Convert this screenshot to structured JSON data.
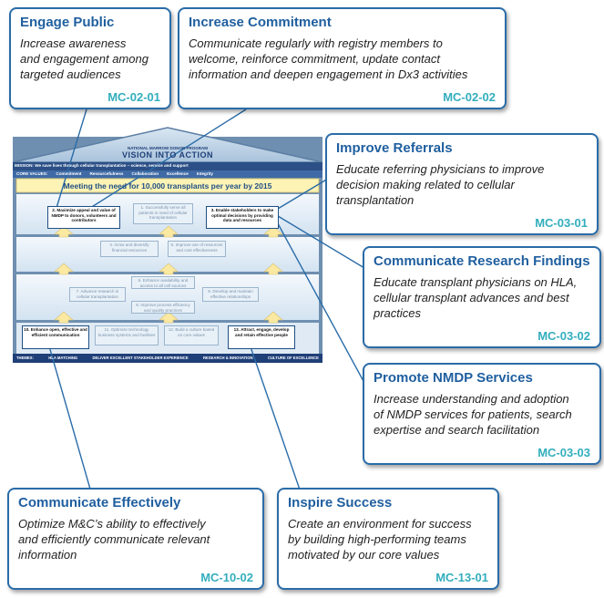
{
  "house": {
    "roof_top": "NATIONAL MARROW DONOR PROGRAM",
    "roof_title": "VISION INTO ACTION",
    "mission": "MISSION: We save lives through cellular transplantation – science, service and support",
    "core_values": [
      "CORE VALUES:",
      "Commitment",
      "Resourcefulness",
      "Collaboration",
      "Excellence",
      "Integrity"
    ],
    "banner": "Meeting the need for 10,000 transplants per year by 2015",
    "boxes": {
      "b2": "2. Maximize appeal and value of NMDP to donors, volunteers and contributors",
      "b1": "1. Successfully serve all patients in need of cellular transplantation",
      "b3": "3. Enable stakeholders to make optimal decisions by providing data and resources",
      "b4": "4. Grow and diversify financial resources",
      "b5": "5. Improve use of resources and cost effectiveness",
      "b6": "6. Enhance availability and access to all cell sources",
      "b7": "7. Advance research in cellular transplantation",
      "b8": "8. Improve process efficiency and quality practices",
      "b9": "9. Develop and maintain effective relationships",
      "b10": "10. Enhance open, effective and efficient communication",
      "b11": "11. Optimize technology business systems and facilities",
      "b12": "12. Build a culture based on core values",
      "b13": "13. Attract, engage, develop and retain effective people"
    },
    "themes": [
      "THEMES:",
      "HLA MATCHING",
      "DELIVER EXCELLENT STAKEHOLDER EXPERIENCE",
      "RESEARCH & INNOVATION",
      "CULTURE OF EXCELLENCE"
    ]
  },
  "callouts": [
    {
      "title": "Engage Public",
      "lines": [
        "Increase awareness",
        "and engagement among",
        "targeted audiences"
      ],
      "code": "MC-02-01"
    },
    {
      "title": "Increase Commitment",
      "lines": [
        "Communicate regularly with registry members to",
        "welcome, reinforce commitment, update contact",
        "information and deepen engagement in Dx3 activities"
      ],
      "code": "MC-02-02"
    },
    {
      "title": "Improve Referrals",
      "lines": [
        "Educate referring physicians to improve",
        "decision making related to cellular",
        "transplantation"
      ],
      "code": "MC-03-01"
    },
    {
      "title": "Communicate Research Findings",
      "lines": [
        "Educate transplant physicians on HLA,",
        "cellular transplant advances and best",
        "practices"
      ],
      "code": "MC-03-02"
    },
    {
      "title": "Promote NMDP Services",
      "lines": [
        "Increase understanding and adoption",
        "of NMDP services for patients, search",
        "expertise and search facilitation"
      ],
      "code": "MC-03-03"
    },
    {
      "title": "Communicate Effectively",
      "lines": [
        "Optimize M&C’s ability to effectively",
        "and efficiently communicate relevant",
        "information"
      ],
      "code": "MC-10-02"
    },
    {
      "title": "Inspire Success",
      "lines": [
        "Create an environment for success",
        "by building high-performing teams",
        "motivated by our core values"
      ],
      "code": "MC-13-01"
    }
  ],
  "colors": {
    "accent": "#1f5f9f",
    "code": "#33aebd",
    "border": "#2a6ca8",
    "banner": "#fdf3b5",
    "themes_bar": "#1f3f78"
  }
}
